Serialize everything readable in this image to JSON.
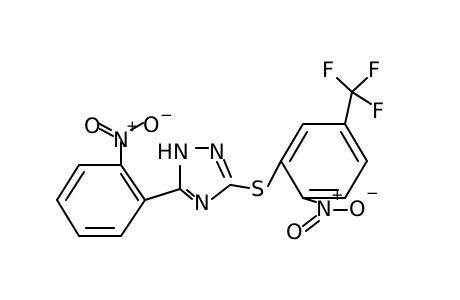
{
  "molecule": {
    "atoms": {
      "o_top_nitro_o": "O",
      "o_top_nitro_n": "N",
      "o_top_nitro_plus": "+",
      "o_top_nitro_o2": "O",
      "o_top_nitro_minus": "−",
      "triazole_nh": "H",
      "triazole_n1": "N",
      "triazole_n2": "N",
      "triazole_n4": "N",
      "sulfur": "S",
      "f1": "F",
      "f2": "F",
      "f3": "F",
      "bottom_nitro_n": "N",
      "bottom_nitro_plus": "+",
      "bottom_nitro_o1": "O",
      "bottom_nitro_minus": "−",
      "bottom_nitro_o2": "O"
    }
  }
}
